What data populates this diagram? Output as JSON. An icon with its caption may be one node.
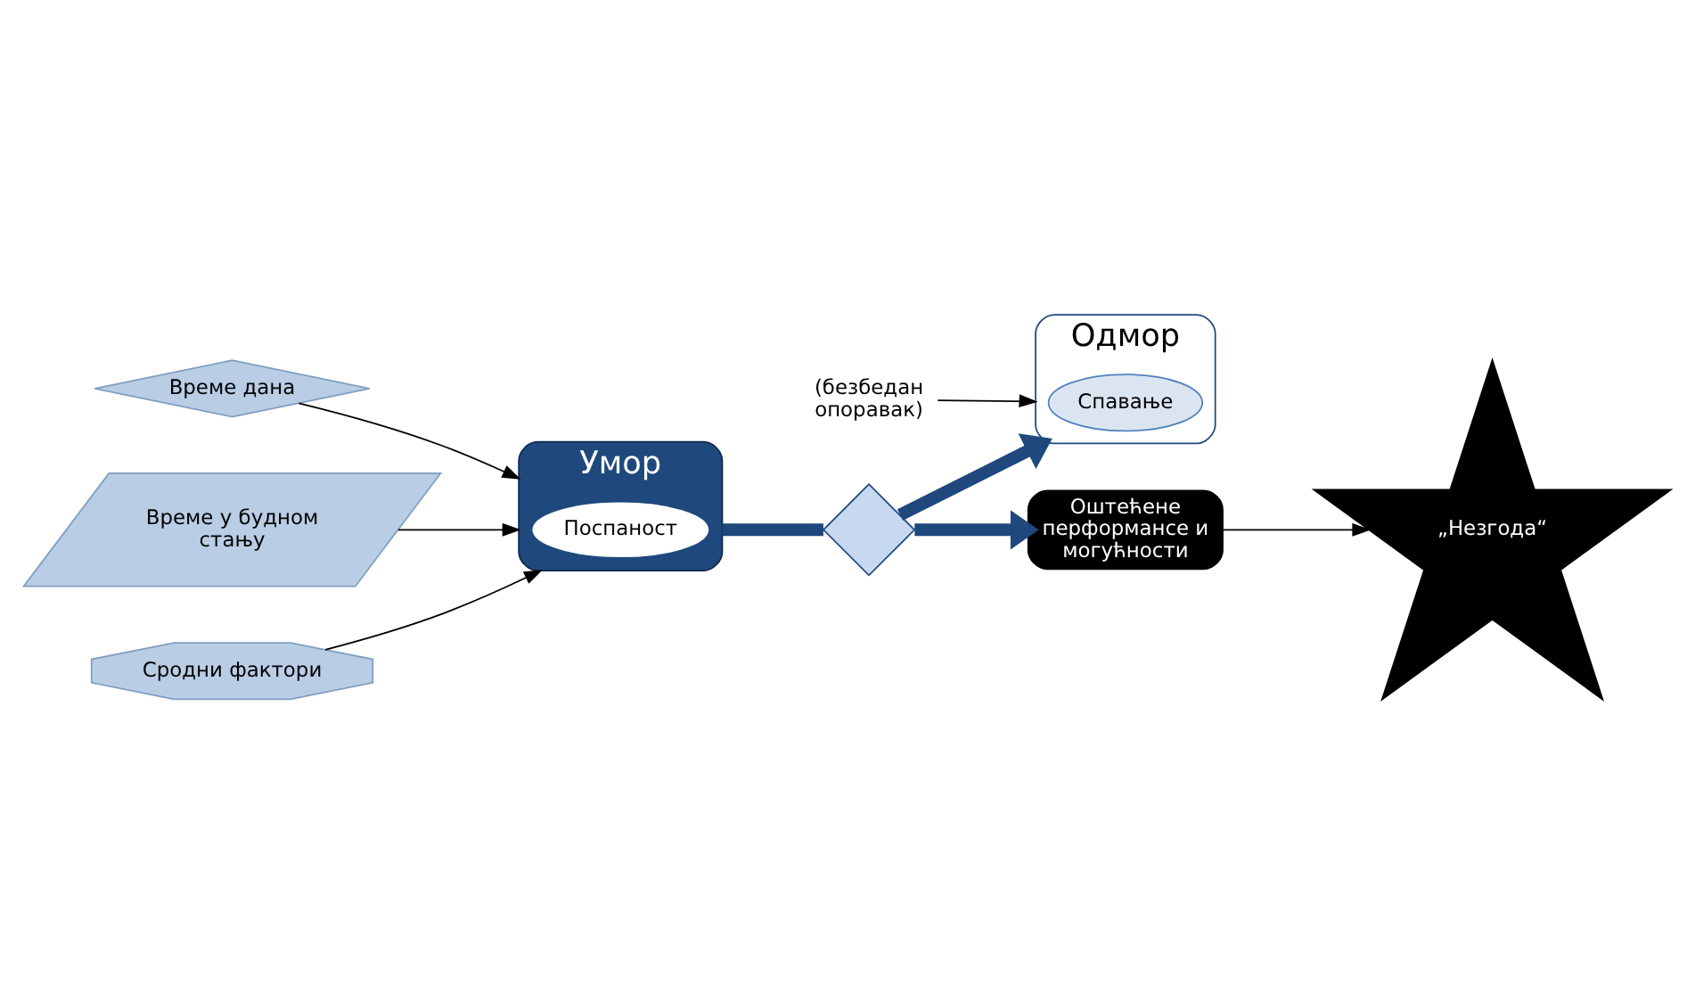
{
  "diagram": {
    "nodes": [
      {
        "text": [
          "Време дана"
        ]
      },
      {
        "text": [
          "Време у будном стању"
        ]
      },
      {
        "text": [
          "Сродни фактори"
        ]
      },
      {
        "text": [
          "Умор"
        ]
      },
      {
        "text": [
          "Поспаност"
        ],
        "in": 3
      },
      {
        "text": [],
        "shape": "diamond"
      },
      {
        "text": [
          "Одмор"
        ]
      },
      {
        "text": [
          "Спавање"
        ],
        "in": 6
      },
      {
        "text": [
          "Оштећене перформансе и могућности"
        ]
      },
      {
        "text": [
          "„Незгода“"
        ]
      },
      {
        "text": [
          "(безбедан опоравак)"
        ]
      }
    ],
    "edges": [
      {
        "from": 0,
        "to": 3,
        "arrow": "to"
      },
      {
        "from": 1,
        "to": 3,
        "arrow": "to"
      },
      {
        "from": 2,
        "to": 3,
        "arrow": "to"
      },
      {
        "from": 3,
        "to": 5,
        "arrow": "none",
        "style": "thick",
        "color": "#1f497d"
      },
      {
        "from": 5,
        "to": 6,
        "arrow": "to",
        "style": "thick",
        "color": "#1f497d"
      },
      {
        "from": 5,
        "to": 8,
        "arrow": "to",
        "style": "thick",
        "color": "#1f497d"
      },
      {
        "from": 8,
        "to": 9,
        "arrow": "to"
      },
      {
        "from": 10,
        "to": 6,
        "arrow": "to"
      }
    ]
  }
}
